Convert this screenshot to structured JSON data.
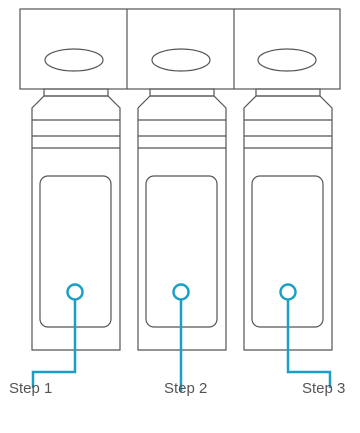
{
  "steps": [
    {
      "label": "Step 1"
    },
    {
      "label": "Step 2"
    },
    {
      "label": "Step 3"
    }
  ],
  "colors": {
    "outline": "#555555",
    "accent": "#1b9fc7",
    "background": "#ffffff"
  }
}
